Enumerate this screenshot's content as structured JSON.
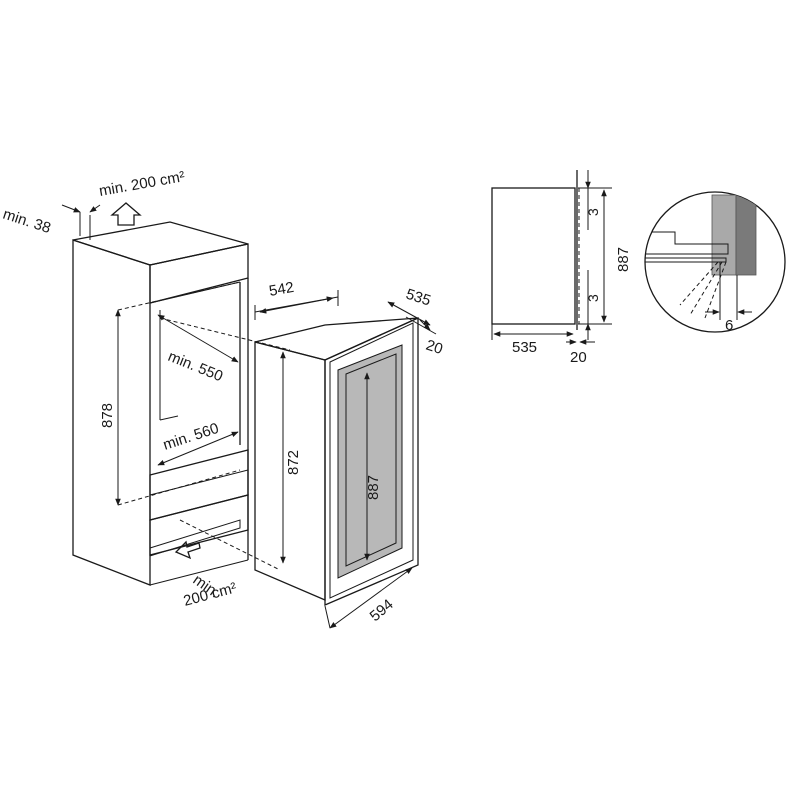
{
  "labels": {
    "min_38": "min. 38",
    "min_200_top": "min. 200 cm²",
    "dim_878": "878",
    "min_550": "min. 550",
    "min_560": "min. 560",
    "min_200_bottom_1": "min.",
    "min_200_bottom_2": "200 cm²",
    "dim_542": "542",
    "dim_535_top": "535",
    "dim_20_top": "20",
    "dim_872": "872",
    "dim_887_door": "887",
    "dim_594": "594",
    "side_3_top": "3",
    "side_3_bottom": "3",
    "side_887": "887",
    "side_535": "535",
    "side_20": "20",
    "detail_6": "6"
  }
}
